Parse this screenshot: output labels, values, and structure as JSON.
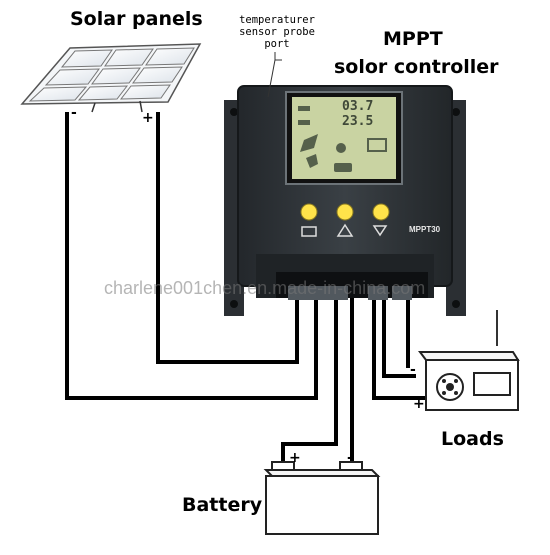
{
  "labels": {
    "solar_panels": "Solar panels",
    "temp_port_line1": "temperaturer",
    "temp_port_line2": "sensor probe",
    "temp_port_line3": "port",
    "controller_line1": "MPPT",
    "controller_line2": "solor controller",
    "loads": "Loads",
    "battery": "Battery",
    "model": "MPPT30"
  },
  "polarity": {
    "panel_negative": "-",
    "panel_positive": "+",
    "battery_positive": "+",
    "battery_negative": "-",
    "load_negative": "-",
    "load_positive": "+"
  },
  "display": {
    "line1": "03.7",
    "line2": "23.5"
  },
  "watermark": "charlene001chen.en.made-in-china.com",
  "colors": {
    "controller_body": "#2f3337",
    "lcd_screen": "#c9d3a2",
    "button_led": "#ffe34a",
    "wire": "#000000"
  },
  "icons": [
    "solar-panel-icon",
    "battery-icon",
    "radio-load-icon"
  ]
}
